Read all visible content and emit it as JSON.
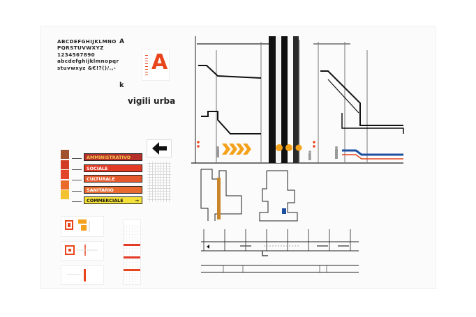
{
  "typeface_specimen": {
    "lines": [
      "ABCDEFGHIJKLMNO",
      "PQRSTUVWXYZ",
      "1234567890",
      "abcdefghijklmnopqr",
      "stuvwxyz  &€!?()/.,-"
    ],
    "capital_label": "A",
    "lowercase_label": "k",
    "sample_glyph": "A",
    "sample_word": "vigili urba"
  },
  "category_signs": {
    "items": [
      {
        "label": "AMMINISTRATIVO",
        "color": "#b5302a",
        "swatch": "#a0522d",
        "text_color": "#f2c84b"
      },
      {
        "label": "SOCIALE",
        "color": "#e23a25",
        "swatch": "#d23b24",
        "text_color": "#ffffff"
      },
      {
        "label": "CULTURALE",
        "color": "#e4582b",
        "swatch": "#e2452a",
        "text_color": "#ffffff"
      },
      {
        "label": "SANITARIO",
        "color": "#e86a2e",
        "swatch": "#ea6a2c",
        "text_color": "#ffffff"
      },
      {
        "label": "COMMERCIALE",
        "color": "#f4e03a",
        "swatch": "#f2c230",
        "text_color": "#111111",
        "arrow": "→"
      }
    ]
  },
  "elevation_drawing": {
    "column_colors": [
      "#111111",
      "#2b2b2b"
    ],
    "pictogram_color": "#f4a21b",
    "marker_color": "#1d4fa0"
  },
  "icons": {
    "direction_arrow": "arrow-left-icon"
  }
}
